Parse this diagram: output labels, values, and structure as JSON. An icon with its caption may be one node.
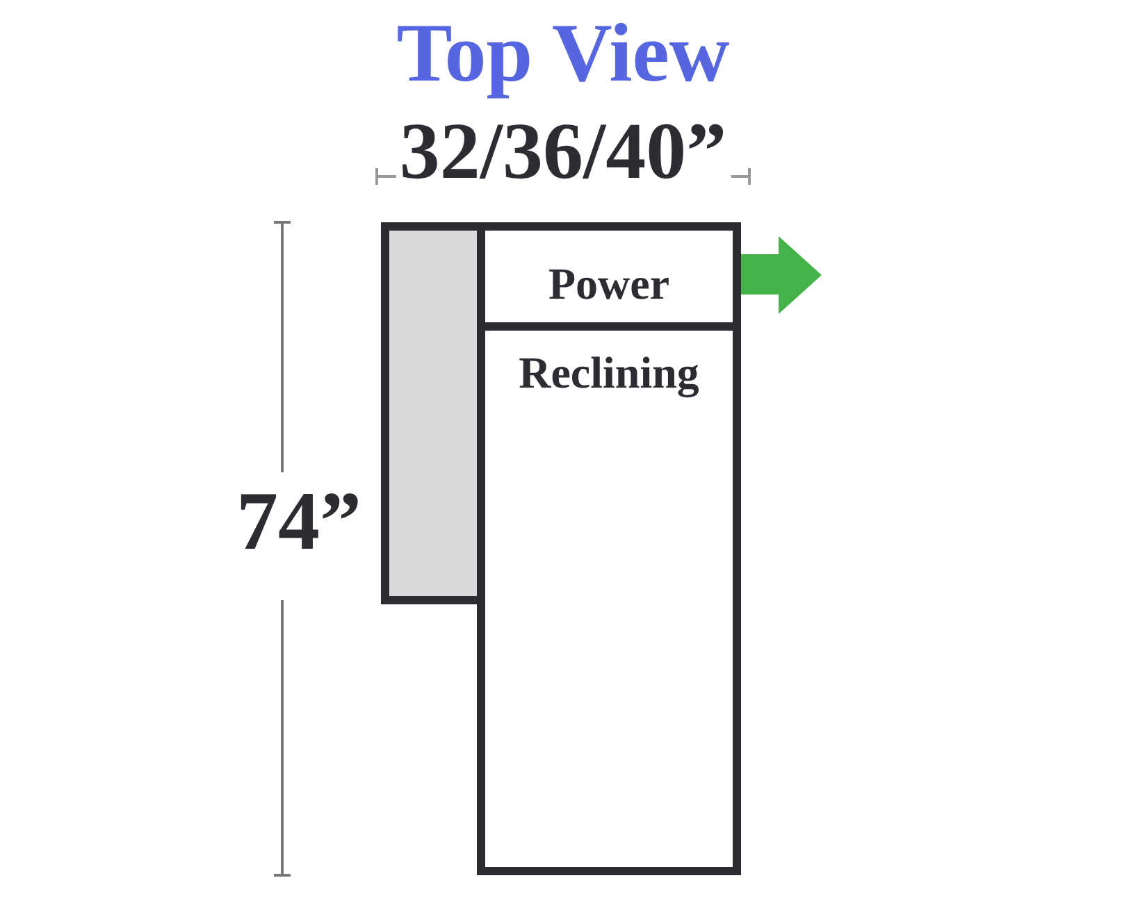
{
  "diagram": {
    "title": "Top View",
    "nodes": [
      {
        "text": [],
        "shape": "box"
      },
      {
        "text": [
          "Power"
        ]
      },
      {
        "text": [
          "Reclining"
        ]
      }
    ],
    "labels": [
      "32/36/40”",
      "74”"
    ]
  }
}
